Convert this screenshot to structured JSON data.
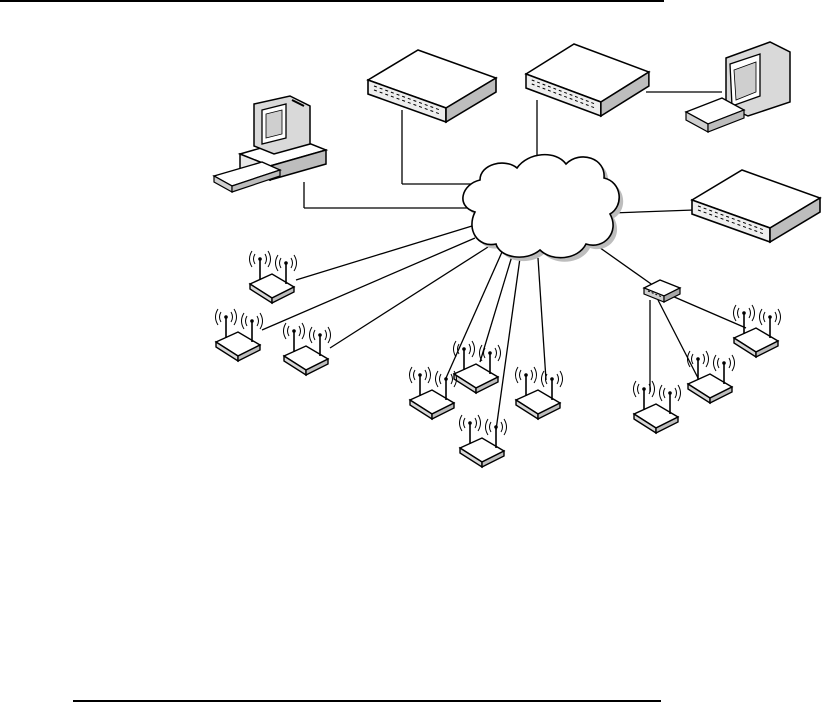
{
  "diagram": {
    "nodes": [
      {
        "id": "pc-left",
        "kind": "workstation",
        "icon": "desktop-computer-icon"
      },
      {
        "id": "switch-top-left",
        "kind": "switch",
        "icon": "network-switch-icon"
      },
      {
        "id": "switch-top-right",
        "kind": "switch",
        "icon": "network-switch-icon"
      },
      {
        "id": "pc-right",
        "kind": "workstation",
        "icon": "monitor-computer-icon"
      },
      {
        "id": "switch-right",
        "kind": "switch",
        "icon": "network-switch-icon"
      },
      {
        "id": "cloud",
        "kind": "network",
        "icon": "network-cloud-icon"
      },
      {
        "id": "small-switch",
        "kind": "switch",
        "icon": "small-switch-icon"
      },
      {
        "id": "ap-1",
        "kind": "access-point",
        "icon": "wireless-access-point-icon"
      },
      {
        "id": "ap-2",
        "kind": "access-point",
        "icon": "wireless-access-point-icon"
      },
      {
        "id": "ap-3",
        "kind": "access-point",
        "icon": "wireless-access-point-icon"
      },
      {
        "id": "ap-4",
        "kind": "access-point",
        "icon": "wireless-access-point-icon"
      },
      {
        "id": "ap-5",
        "kind": "access-point",
        "icon": "wireless-access-point-icon"
      },
      {
        "id": "ap-6",
        "kind": "access-point",
        "icon": "wireless-access-point-icon"
      },
      {
        "id": "ap-7",
        "kind": "access-point",
        "icon": "wireless-access-point-icon"
      },
      {
        "id": "ap-8",
        "kind": "access-point",
        "icon": "wireless-access-point-icon"
      },
      {
        "id": "ap-9",
        "kind": "access-point",
        "icon": "wireless-access-point-icon"
      },
      {
        "id": "ap-10",
        "kind": "access-point",
        "icon": "wireless-access-point-icon"
      }
    ],
    "edges": [
      [
        "pc-left",
        "cloud"
      ],
      [
        "switch-top-left",
        "cloud"
      ],
      [
        "switch-top-right",
        "cloud"
      ],
      [
        "switch-top-right",
        "pc-right"
      ],
      [
        "switch-right",
        "cloud"
      ],
      [
        "cloud",
        "small-switch"
      ],
      [
        "cloud",
        "ap-1"
      ],
      [
        "cloud",
        "ap-2"
      ],
      [
        "cloud",
        "ap-3"
      ],
      [
        "cloud",
        "ap-4"
      ],
      [
        "cloud",
        "ap-5"
      ],
      [
        "cloud",
        "ap-6"
      ],
      [
        "cloud",
        "ap-7"
      ],
      [
        "small-switch",
        "ap-8"
      ],
      [
        "small-switch",
        "ap-9"
      ],
      [
        "small-switch",
        "ap-10"
      ]
    ]
  }
}
